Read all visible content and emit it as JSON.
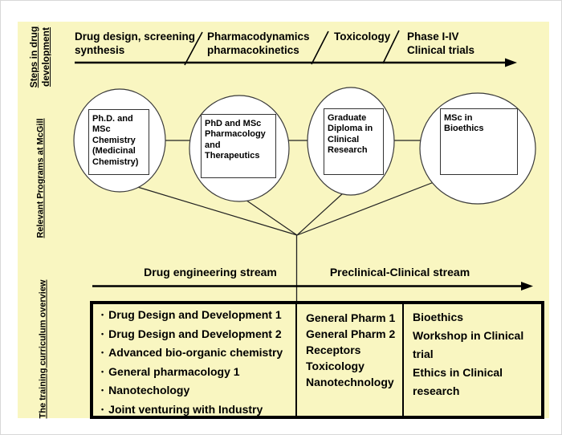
{
  "colors": {
    "canvas_bg": "#ffffff",
    "panel_bg": "#f9f6c1",
    "ink": "#000000"
  },
  "side_labels": {
    "steps": "Steps in drug\ndevelopment",
    "programs": "Relevant Programs at McGill",
    "curriculum": "The training curriculum overview"
  },
  "timeline": {
    "phases": [
      {
        "label": "Drug design, screening\nsynthesis"
      },
      {
        "label": "Pharmacodynamics\npharmacokinetics"
      },
      {
        "label": "Toxicology"
      },
      {
        "label": "Phase I-IV\nClinical trials"
      }
    ]
  },
  "programs": [
    {
      "label": "Ph.D. and\nMSc\nChemistry\n(Medicinal\nChemistry)"
    },
    {
      "label": "PhD and MSc\nPharmacology\nand\nTherapeutics"
    },
    {
      "label": "Graduate\nDiploma in\nClinical\nResearch"
    },
    {
      "label": "MSc in\nBioethics"
    }
  ],
  "streams": {
    "left_label": "Drug engineering stream",
    "right_label": "Preclinical-Clinical stream"
  },
  "curriculum_table": {
    "drug_engineering_courses": [
      "Drug Design and Development 1",
      "Drug Design and Development 2",
      "Advanced bio-organic chemistry",
      "General pharmacology 1",
      "Nanotechology",
      "Joint venturing with Industry"
    ],
    "preclinical_courses": [
      "General Pharm 1",
      "General Pharm 2",
      "Receptors",
      "Toxicology",
      "Nanotechnology"
    ],
    "clinical_courses": [
      "Bioethics",
      "Workshop in Clinical\ntrial",
      "Ethics in Clinical\nresearch"
    ]
  }
}
